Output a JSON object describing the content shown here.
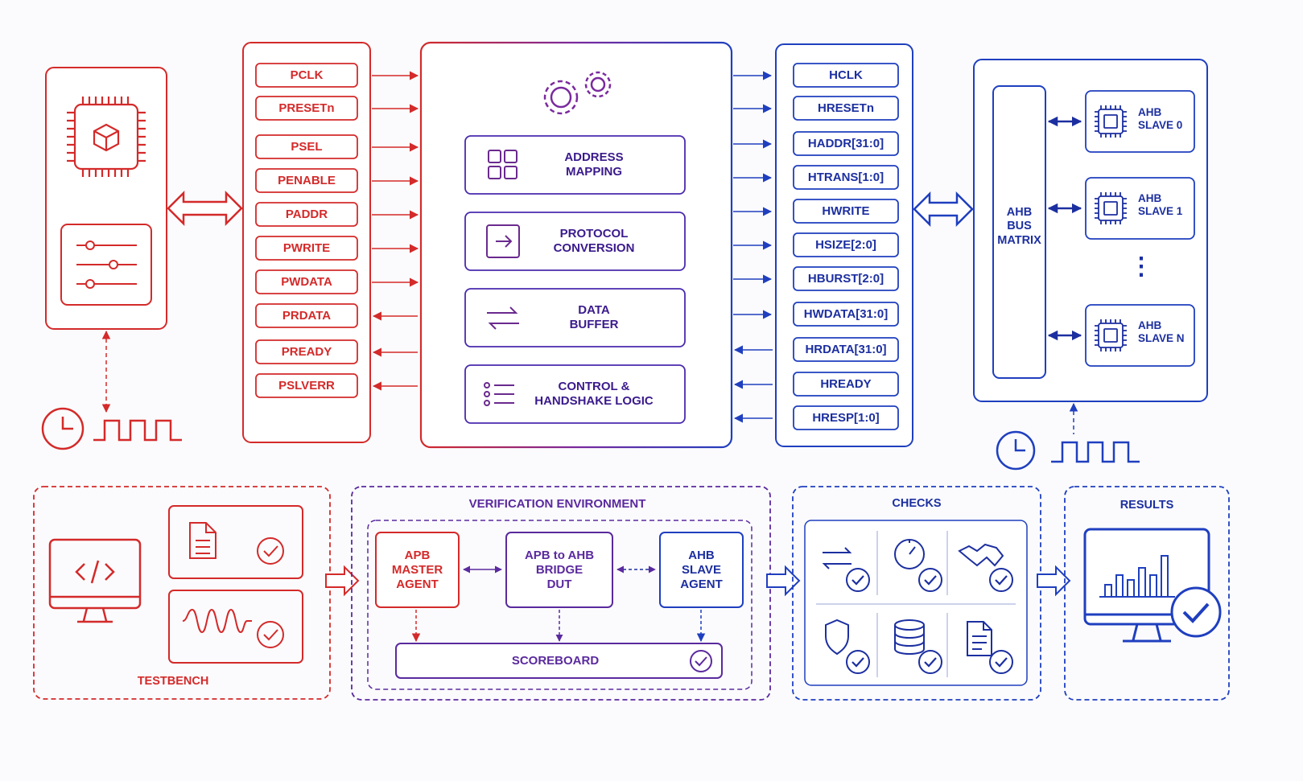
{
  "colors": {
    "apb_red": "#d42a2a",
    "bridge_purple": "#5a2a9e",
    "ahb_blue": "#1f3fbf",
    "background": "#fbfbfd"
  },
  "apb_master": {
    "icons": [
      "chip-icon",
      "sliders-icon"
    ],
    "clock_icons": [
      "clock-icon",
      "square-wave-icon"
    ]
  },
  "apb_signals": [
    {
      "label": "PCLK",
      "dir": "out"
    },
    {
      "label": "PRESETn",
      "dir": "out"
    },
    {
      "label": "PSEL",
      "dir": "out"
    },
    {
      "label": "PENABLE",
      "dir": "out"
    },
    {
      "label": "PADDR",
      "dir": "out"
    },
    {
      "label": "PWRITE",
      "dir": "out"
    },
    {
      "label": "PWDATA",
      "dir": "out"
    },
    {
      "label": "PRDATA",
      "dir": "in"
    },
    {
      "label": "PREADY",
      "dir": "in"
    },
    {
      "label": "PSLVERR",
      "dir": "in"
    }
  ],
  "bridge": {
    "header_icon": "gears-icon",
    "blocks": [
      {
        "line1": "ADDRESS",
        "line2": "MAPPING",
        "icon": "grid-icon"
      },
      {
        "line1": "PROTOCOL",
        "line2": "CONVERSION",
        "icon": "arrow-box-icon"
      },
      {
        "line1": "DATA",
        "line2": "BUFFER",
        "icon": "swap-arrows-icon"
      },
      {
        "line1": "CONTROL &",
        "line2": "HANDSHAKE LOGIC",
        "icon": "list-icon"
      }
    ]
  },
  "ahb_signals": [
    {
      "label": "HCLK",
      "dir": "out"
    },
    {
      "label": "HRESETn",
      "dir": "out"
    },
    {
      "label": "HADDR[31:0]",
      "dir": "out"
    },
    {
      "label": "HTRANS[1:0]",
      "dir": "out"
    },
    {
      "label": "HWRITE",
      "dir": "out"
    },
    {
      "label": "HSIZE[2:0]",
      "dir": "out"
    },
    {
      "label": "HBURST[2:0]",
      "dir": "out"
    },
    {
      "label": "HWDATA[31:0]",
      "dir": "out"
    },
    {
      "label": "HRDATA[31:0]",
      "dir": "in"
    },
    {
      "label": "HREADY",
      "dir": "in"
    },
    {
      "label": "HRESP[1:0]",
      "dir": "in"
    }
  ],
  "ahb_matrix": {
    "line1": "AHB",
    "line2": "BUS",
    "line3": "MATRIX",
    "ellipsis": "⋮",
    "slaves": [
      {
        "line1": "AHB",
        "line2": "SLAVE 0"
      },
      {
        "line1": "AHB",
        "line2": "SLAVE 1"
      },
      {
        "line1": "AHB",
        "line2": "SLAVE N"
      }
    ]
  },
  "testbench": {
    "label": "TESTBENCH",
    "icons": [
      "code-monitor-icon",
      "document-check-icon",
      "waveform-check-icon"
    ]
  },
  "verification": {
    "title": "VERIFICATION ENVIRONMENT",
    "apb_agent": {
      "line1": "APB",
      "line2": "MASTER",
      "line3": "AGENT"
    },
    "dut": {
      "line1": "APB to AHB",
      "line2": "BRIDGE",
      "line3": "DUT"
    },
    "ahb_agent": {
      "line1": "AHB",
      "line2": "SLAVE",
      "line3": "AGENT"
    },
    "scoreboard": "SCOREBOARD"
  },
  "checks": {
    "title": "CHECKS",
    "icons": [
      "protocol-check-icon",
      "timing-check-icon",
      "handshake-check-icon",
      "security-check-icon",
      "data-integrity-check-icon",
      "report-check-icon"
    ]
  },
  "results": {
    "title": "RESULTS",
    "icon": "results-monitor-icon",
    "bar_levels": [
      0.25,
      0.45,
      0.35,
      0.6,
      0.45,
      0.85
    ]
  }
}
